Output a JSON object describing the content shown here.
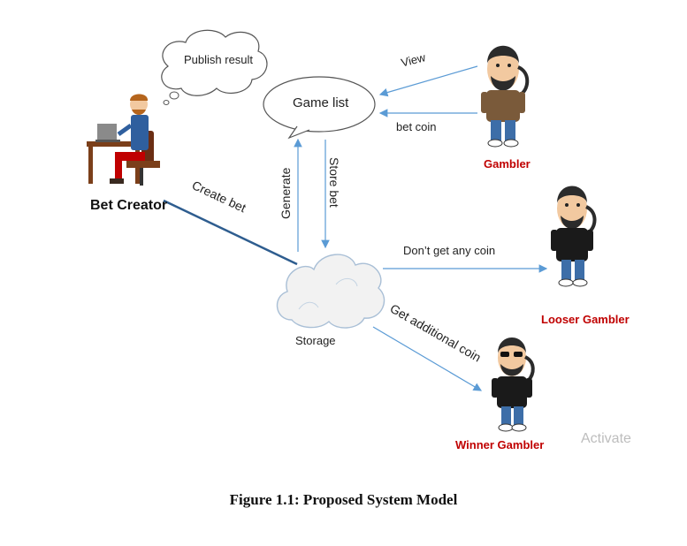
{
  "nodes": {
    "publish_result": "Publish result",
    "game_list": "Game list",
    "bet_creator": "Bet Creator",
    "storage": "Storage",
    "gambler": "Gambler",
    "looser_gambler": "Looser Gambler",
    "winner_gambler": "Winner Gambler"
  },
  "edges": {
    "view": "View",
    "bet_coin": "bet coin",
    "create_bet": "Create bet",
    "generate": "Generate",
    "store_bet": "Store bet",
    "dont_get_coin": "Don’t get any coin",
    "get_additional_coin": "Get additional coin"
  },
  "caption": "Figure 1.1: Proposed System Model",
  "watermark": "Activate",
  "colors": {
    "arrow": "#5b9bd5",
    "create_bet_line": "#2e5d8f",
    "gambler_label": "#c00000",
    "cloud_fill": "#f2f2f2",
    "cloud_stroke": "#a9bfd6",
    "shirt_brown": "#7a5a3a",
    "shirt_black": "#1a1a1a",
    "jeans": "#3d6ea8"
  },
  "icons": [
    "thought-cloud-icon",
    "speech-bubble-icon",
    "storage-cloud-icon",
    "bet-creator-figure-icon",
    "gambler-figure-icon"
  ]
}
